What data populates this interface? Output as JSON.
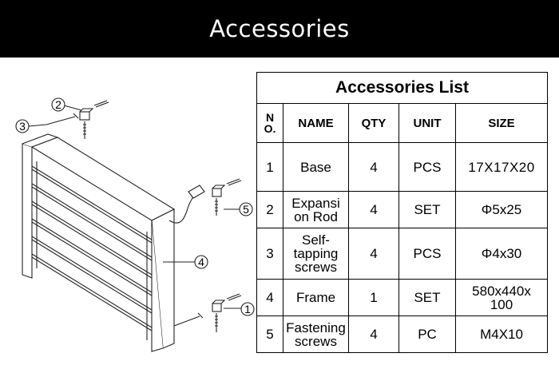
{
  "header": {
    "title": "Accessories"
  },
  "diagram": {
    "callouts": [
      "1",
      "2",
      "3",
      "4",
      "5"
    ]
  },
  "table": {
    "caption": "Accessories List",
    "columns": [
      "N\nO.",
      "NAME",
      "QTY",
      "UNIT",
      "SIZE"
    ],
    "rows": [
      {
        "no": "1",
        "name": "Base",
        "qty": "4",
        "unit": "PCS",
        "size": "17X17X20"
      },
      {
        "no": "2",
        "name": "Expansi\non Rod",
        "qty": "4",
        "unit": "SET",
        "size": "Φ5x25"
      },
      {
        "no": "3",
        "name": "Self-\ntapping\nscrews",
        "qty": "4",
        "unit": "PCS",
        "size": "Φ4x30"
      },
      {
        "no": "4",
        "name": "Frame",
        "qty": "1",
        "unit": "SET",
        "size": "580x440x\n100"
      },
      {
        "no": "5",
        "name": "Fastening\nscrews",
        "qty": "4",
        "unit": "PC",
        "size": "M4X10"
      }
    ]
  }
}
